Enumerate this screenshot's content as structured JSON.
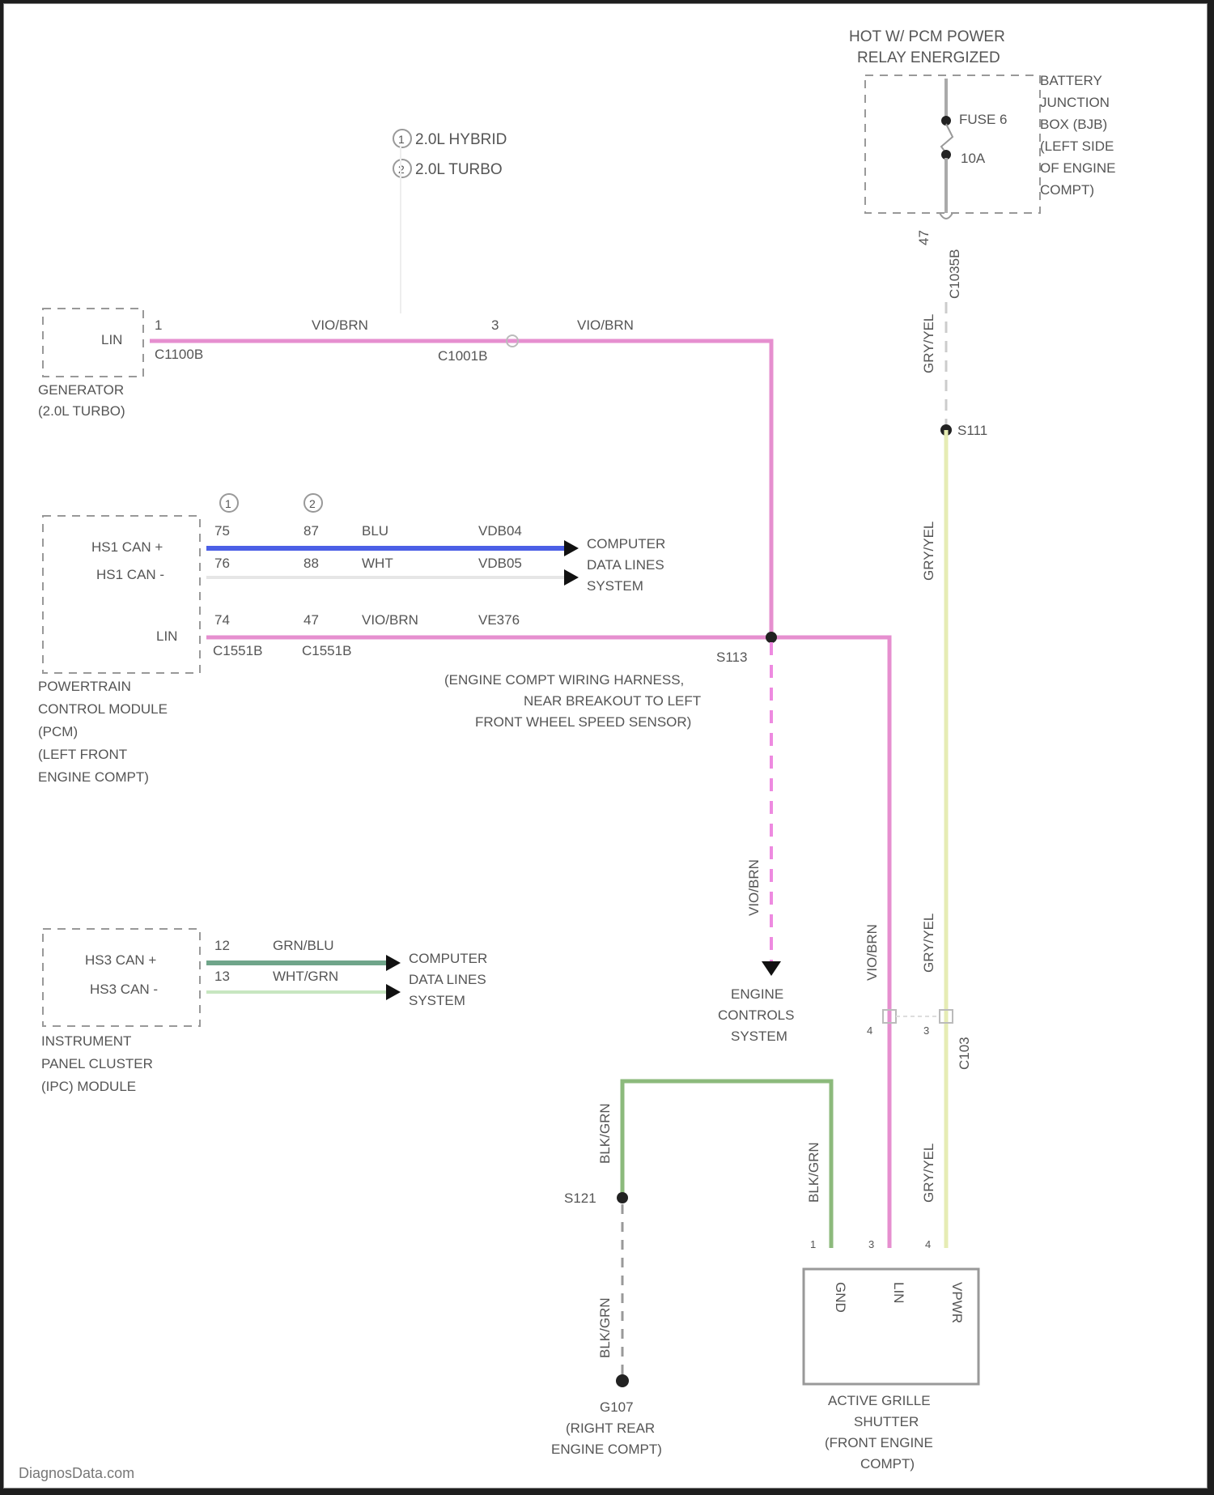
{
  "title": "Active Grille Shutter Wiring Diagram",
  "colors": {
    "vio_brn": "#e68fcf",
    "blu": "#4b5fe6",
    "wht": "#e6e6e6",
    "grn_blu": "#6fa58a",
    "wht_grn": "#c7e6c0",
    "gry_yel": "#e6ecb4",
    "blk_grn": "#8cba7c",
    "label": "#555555",
    "frame_bg": "#ffffff"
  },
  "legend": {
    "opt1": "2.0L HYBRID",
    "opt2": "2.0L TURBO",
    "opt1_symbol": "①",
    "opt2_symbol": "②"
  },
  "power": {
    "header_line1": "HOT W/ PCM POWER",
    "header_line2": "RELAY ENERGIZED",
    "fuse_name": "FUSE 6",
    "fuse_rating": "10A",
    "bjb_lines": [
      "BATTERY",
      "JUNCTION",
      "BOX (BJB)",
      "(LEFT SIDE",
      "OF ENGINE",
      "COMPT)"
    ],
    "pin": "47",
    "connector": "C1035B",
    "wire_color": "GRY/YEL",
    "splice": "S111"
  },
  "generator": {
    "pin_label": "LIN",
    "name_lines": [
      "GENERATOR",
      "(2.0L TURBO)"
    ],
    "pin": "1",
    "connector": "C1100B",
    "wire1_color": "VIO/BRN",
    "inline_pin": "3",
    "inline_connector": "C1001B",
    "wire2_color": "VIO/BRN"
  },
  "pcm": {
    "name_lines": [
      "POWERTRAIN",
      "CONTROL MODULE",
      "(PCM)",
      "(LEFT FRONT",
      "ENGINE COMPT)"
    ],
    "pins": [
      {
        "label": "HS1 CAN +",
        "pin_opt1": "75",
        "pin_opt2": "87",
        "color": "BLU",
        "circuit": "VDB04"
      },
      {
        "label": "HS1 CAN -",
        "pin_opt1": "76",
        "pin_opt2": "88",
        "color": "WHT",
        "circuit": "VDB05"
      },
      {
        "label": "LIN",
        "pin_opt1": "74",
        "pin_opt2": "47",
        "color": "VIO/BRN",
        "circuit": "VE376"
      }
    ],
    "connector_opt1": "C1551B",
    "connector_opt2": "C1551B",
    "destination_lines": [
      "COMPUTER",
      "DATA LINES",
      "SYSTEM"
    ]
  },
  "splice_s113": {
    "name": "S113",
    "desc_lines": [
      "(ENGINE COMPT WIRING HARNESS,",
      "NEAR BREAKOUT TO LEFT",
      "FRONT WHEEL SPEED SENSOR)"
    ],
    "down_wire_color": "VIO/BRN",
    "right_wire_color": "VIO/BRN"
  },
  "engine_controls": {
    "lines": [
      "ENGINE",
      "CONTROLS",
      "SYSTEM"
    ]
  },
  "ipc": {
    "name_lines": [
      "INSTRUMENT",
      "PANEL CLUSTER",
      "(IPC) MODULE"
    ],
    "pins": [
      {
        "label": "HS3 CAN +",
        "pin": "12",
        "color": "GRN/BLU"
      },
      {
        "label": "HS3 CAN -",
        "pin": "13",
        "color": "WHT/GRN"
      }
    ],
    "destination_lines": [
      "COMPUTER",
      "DATA LINES",
      "SYSTEM"
    ]
  },
  "inline_c103": {
    "connector": "C103",
    "pin_lin": "4",
    "pin_pwr": "3"
  },
  "ground": {
    "splice": "S121",
    "wire_color": "BLK/GRN",
    "ground_name": "G107",
    "location_lines": [
      "(RIGHT REAR",
      "ENGINE COMPT)"
    ]
  },
  "shutter": {
    "name_lines": [
      "ACTIVE GRILLE",
      "SHUTTER",
      "(FRONT ENGINE",
      "COMPT)"
    ],
    "pins": [
      {
        "label": "GND",
        "num": "1",
        "color": "BLK/GRN"
      },
      {
        "label": "LIN",
        "num": "3",
        "color": "VIO/BRN"
      },
      {
        "label": "VPWR",
        "num": "4",
        "color": "GRY/YEL"
      }
    ]
  },
  "watermark": "DiagnosData.com"
}
